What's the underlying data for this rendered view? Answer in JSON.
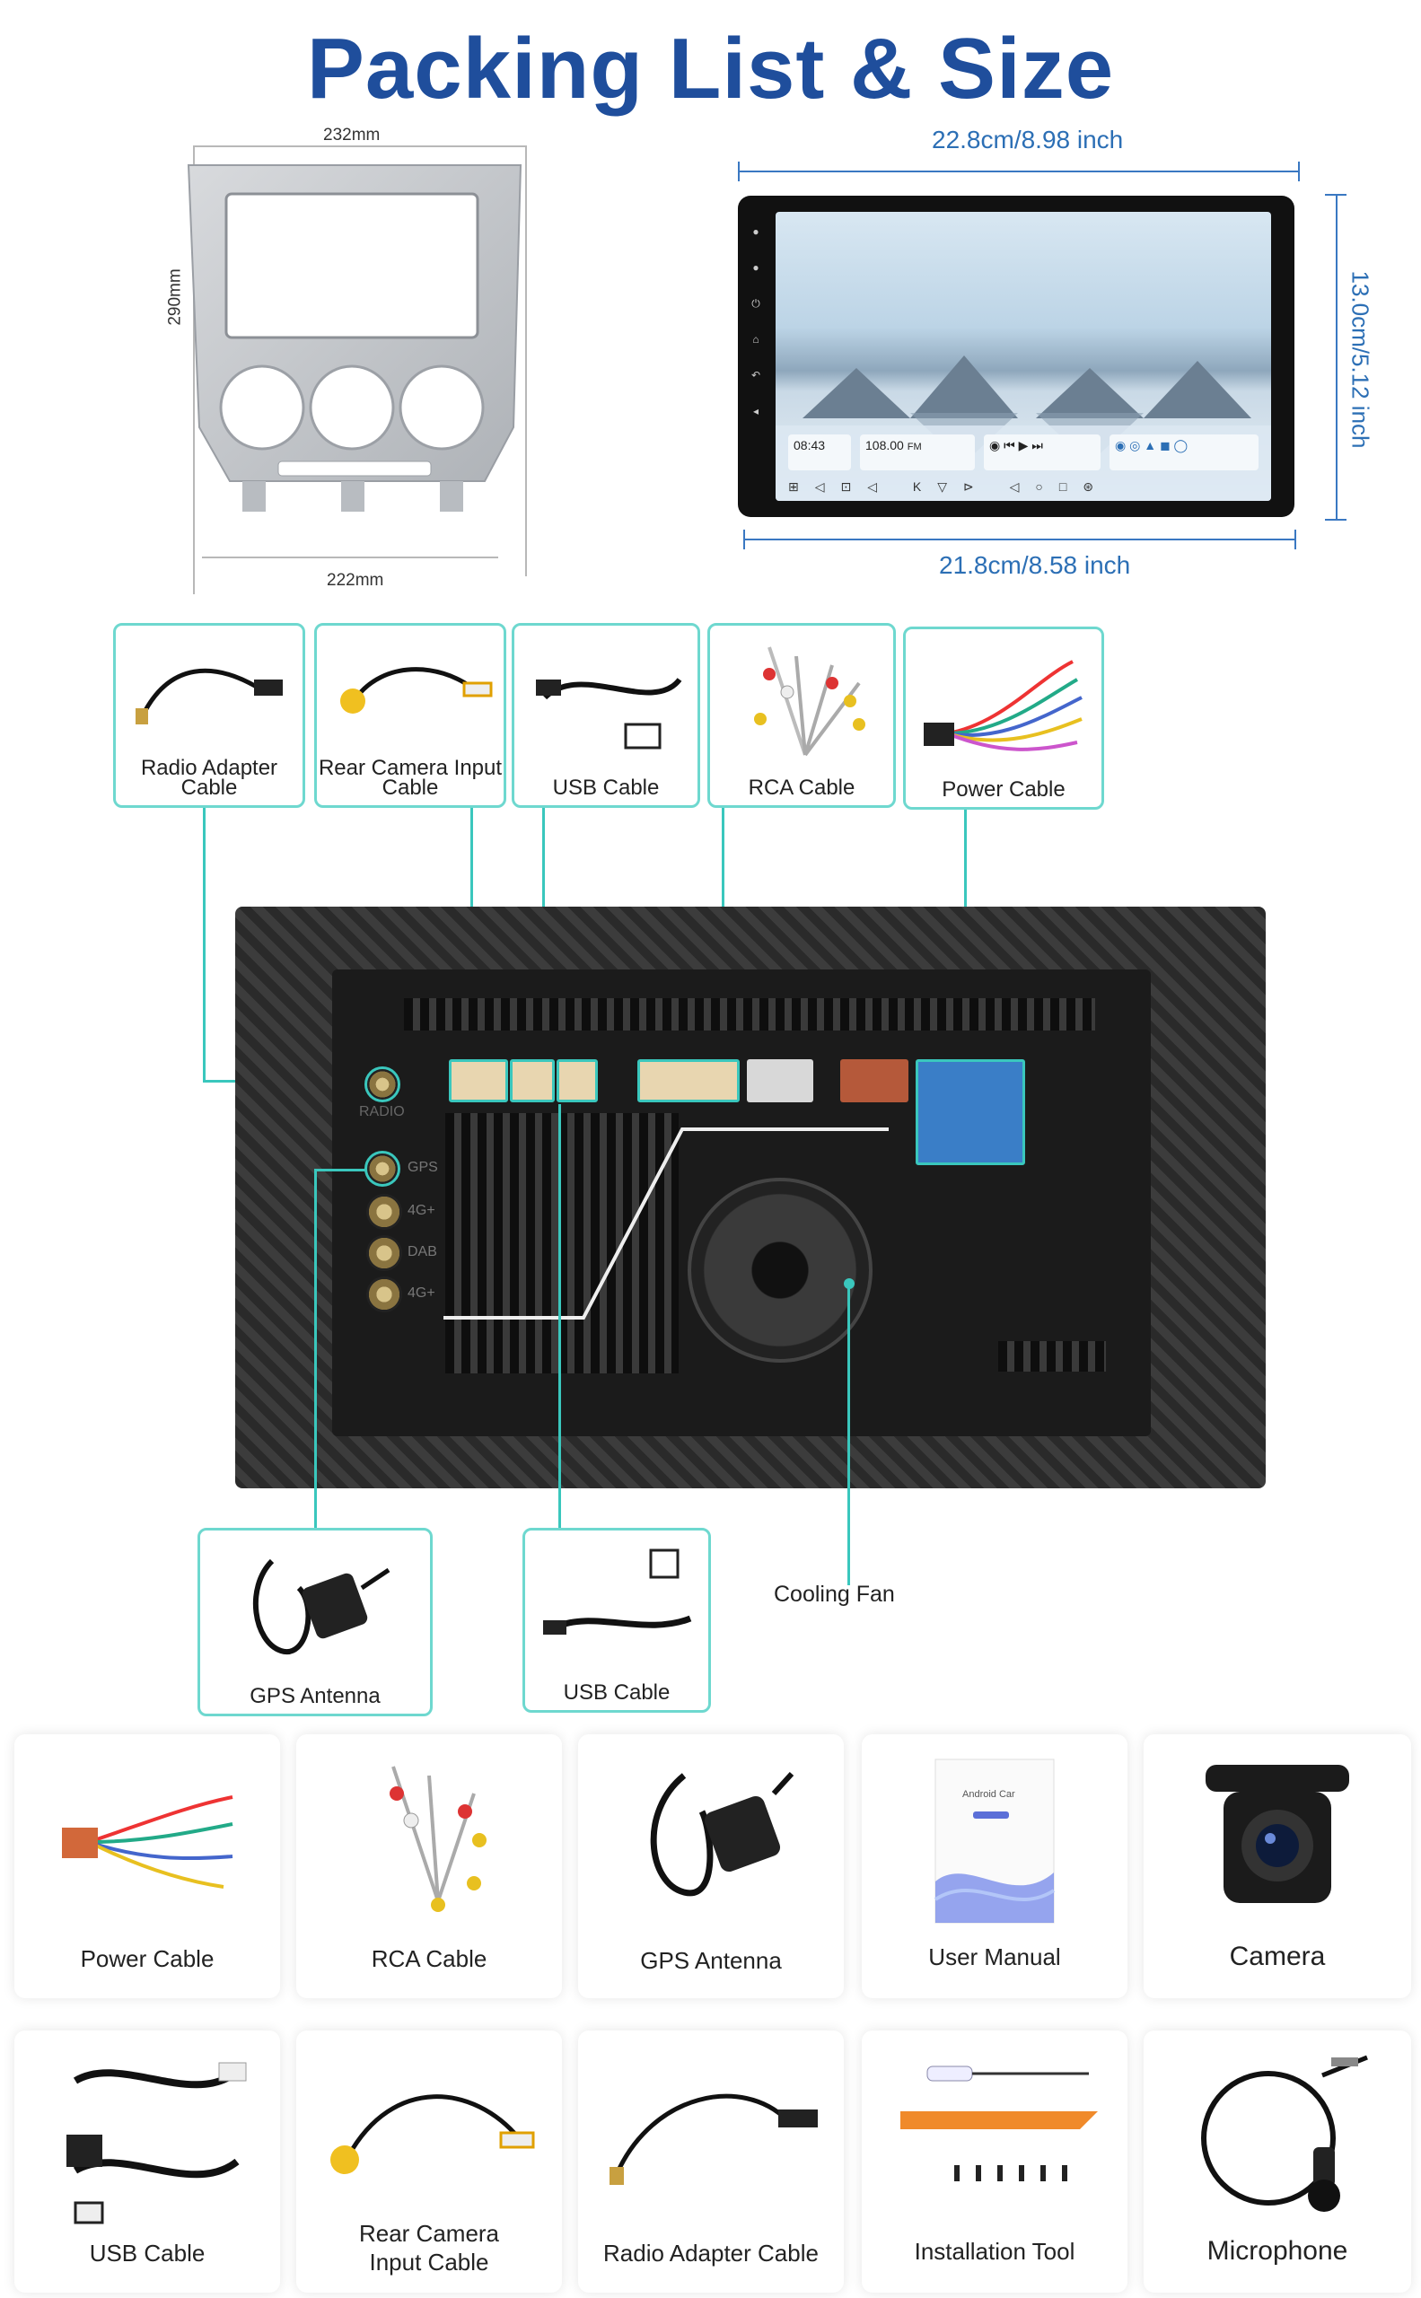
{
  "title": "Packing List & Size",
  "frame": {
    "width_top": "232mm",
    "width_bottom": "222mm",
    "height": "290mm",
    "color": "#c5c8cc"
  },
  "screen": {
    "width": "22.8cm/8.98 inch",
    "height": "13.0cm/5.12 inch",
    "bottom_width": "21.8cm/8.58 inch",
    "time": "08:43",
    "radio_freq": "108.00",
    "radio_band": "FM"
  },
  "accessories_top": [
    {
      "label": "Radio Adapter Cable"
    },
    {
      "label": "Rear Camera Input Cable"
    },
    {
      "label": "USB Cable"
    },
    {
      "label": "RCA Cable"
    },
    {
      "label": "Power Cable"
    }
  ],
  "unit_back": {
    "port_radio": "RADIO",
    "port_gps": "GPS",
    "port_4g1": "4G+",
    "port_dab": "DAB",
    "port_4g2": "4G+"
  },
  "accessories_bottom": [
    {
      "label": "GPS Antenna"
    },
    {
      "label": "USB Cable"
    }
  ],
  "cooling_fan_label": "Cooling Fan",
  "grid_row1": [
    {
      "label": "Power Cable",
      "icon": "power-cable-icon"
    },
    {
      "label": "RCA Cable",
      "icon": "rca-cable-icon"
    },
    {
      "label": "GPS Antenna",
      "icon": "gps-antenna-icon"
    },
    {
      "label": "User Manual",
      "icon": "user-manual-icon"
    },
    {
      "label": "Camera",
      "icon": "camera-icon"
    }
  ],
  "grid_row2": [
    {
      "label": "USB Cable",
      "icon": "usb-cable-icon"
    },
    {
      "label": "Rear Camera Input Cable",
      "icon": "rear-camera-cable-icon"
    },
    {
      "label": "Radio Adapter Cable",
      "icon": "radio-adapter-icon"
    },
    {
      "label": "Installation Tool",
      "icon": "installation-tool-icon"
    },
    {
      "label": "Microphone",
      "icon": "microphone-icon"
    }
  ],
  "colors": {
    "title": "#1f4e9c",
    "dimension": "#2c6fb5",
    "callout": "#6ed8cf"
  }
}
